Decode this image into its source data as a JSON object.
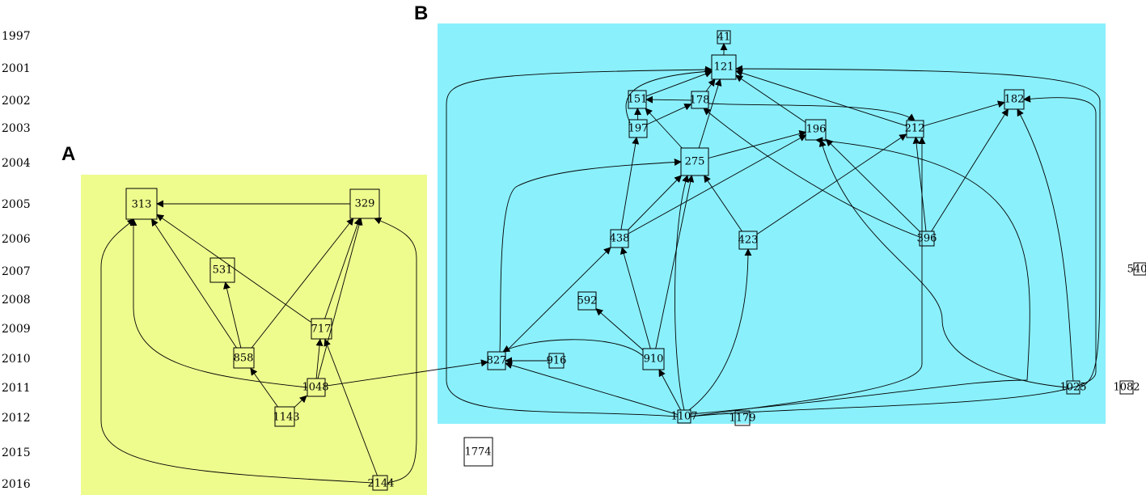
{
  "panels": {
    "a": {
      "label": "A",
      "color": "#eefc8e"
    },
    "b": {
      "label": "B",
      "color": "#8af0fc"
    }
  },
  "years": [
    "1997",
    "2001",
    "2002",
    "2003",
    "2004",
    "2005",
    "2006",
    "2007",
    "2008",
    "2009",
    "2010",
    "2011",
    "2012",
    "2015",
    "2016"
  ],
  "nodes": [
    "313",
    "329",
    "531",
    "717",
    "858",
    "1048",
    "1143",
    "2144",
    "41",
    "121",
    "151",
    "178",
    "197",
    "182",
    "196",
    "212",
    "275",
    "438",
    "423",
    "396",
    "592",
    "910",
    "827",
    "916",
    "1107",
    "1179",
    "1025",
    "1774",
    "540",
    "1082"
  ],
  "edges": [
    [
      "1048",
      "827"
    ],
    [
      "329",
      "313"
    ],
    [
      "858",
      "313"
    ],
    [
      "858",
      "329"
    ],
    [
      "858",
      "531"
    ],
    [
      "717",
      "313"
    ],
    [
      "717",
      "329"
    ],
    [
      "1048",
      "313"
    ],
    [
      "1048",
      "717"
    ],
    [
      "1048",
      "329"
    ],
    [
      "1143",
      "858"
    ],
    [
      "1143",
      "1048"
    ],
    [
      "2144",
      "313"
    ],
    [
      "2144",
      "329"
    ],
    [
      "2144",
      "717"
    ],
    [
      "121",
      "41"
    ],
    [
      "151",
      "121"
    ],
    [
      "197",
      "151"
    ],
    [
      "197",
      "121"
    ],
    [
      "197",
      "178"
    ],
    [
      "178",
      "121"
    ],
    [
      "178",
      "151"
    ],
    [
      "178",
      "212"
    ],
    [
      "275",
      "121"
    ],
    [
      "275",
      "151"
    ],
    [
      "275",
      "196"
    ],
    [
      "196",
      "121"
    ],
    [
      "212",
      "121"
    ],
    [
      "212",
      "182"
    ],
    [
      "438",
      "197"
    ],
    [
      "438",
      "275"
    ],
    [
      "438",
      "196"
    ],
    [
      "423",
      "275"
    ],
    [
      "423",
      "212"
    ],
    [
      "396",
      "178"
    ],
    [
      "396",
      "196"
    ],
    [
      "396",
      "212"
    ],
    [
      "396",
      "182"
    ],
    [
      "910",
      "438"
    ],
    [
      "910",
      "592"
    ],
    [
      "910",
      "275"
    ],
    [
      "910",
      "827"
    ],
    [
      "916",
      "827"
    ],
    [
      "827",
      "438"
    ],
    [
      "827",
      "275"
    ],
    [
      "1107",
      "827"
    ],
    [
      "1107",
      "910"
    ],
    [
      "1107",
      "275"
    ],
    [
      "1107",
      "423"
    ],
    [
      "1107",
      "121"
    ],
    [
      "1107",
      "182"
    ],
    [
      "1107",
      "212"
    ],
    [
      "1107",
      "196"
    ],
    [
      "1025",
      "182"
    ],
    [
      "1025",
      "196"
    ],
    [
      "1025",
      "121"
    ]
  ]
}
